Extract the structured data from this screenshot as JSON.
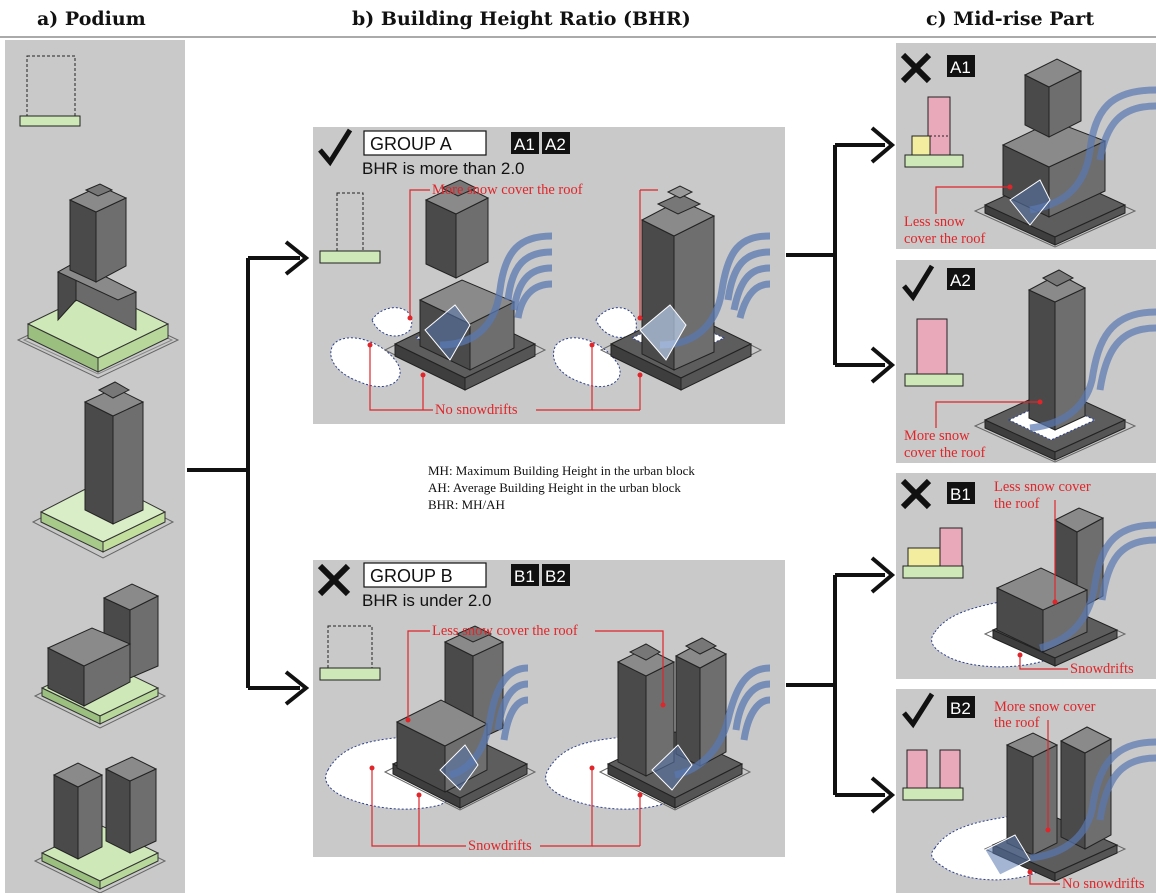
{
  "headers": {
    "podium": "a) Podium",
    "bhr": "b) Building Height Ratio (BHR)",
    "midrise": "c) Mid-rise Part"
  },
  "group_a": {
    "title": "GROUP A",
    "tags": [
      "A1",
      "A2"
    ],
    "desc": "BHR is more than 2.0",
    "label_top": "More snow cover the roof",
    "label_bottom": "No snowdrifts",
    "mark": "check"
  },
  "group_b": {
    "title": "GROUP B",
    "tags": [
      "B1",
      "B2"
    ],
    "desc": "BHR is under 2.0",
    "label_top": "Less snow cover the roof",
    "label_bottom": "Snowdrifts",
    "mark": "cross"
  },
  "definitions": [
    "MH: Maximum Building Height in the urban block",
    "AH: Average Building Height in the urban block",
    "BHR: MH/AH"
  ],
  "midrise": {
    "a1": {
      "tag": "A1",
      "mark": "cross",
      "label": [
        "Less snow",
        "cover the roof"
      ]
    },
    "a2": {
      "tag": "A2",
      "mark": "check",
      "label": [
        "More snow",
        "cover the roof"
      ]
    },
    "b1": {
      "tag": "B1",
      "mark": "cross",
      "label_top": [
        "Less snow cover",
        "the roof"
      ],
      "label_bottom": "Snowdrifts"
    },
    "b2": {
      "tag": "B2",
      "mark": "check",
      "label_top": [
        "More snow cover",
        "the roof"
      ],
      "label_bottom": "No snowdrifts"
    }
  },
  "colors": {
    "panel": "#c9c9c9",
    "building": "#5d5d5d",
    "podium": "#cfe8b8",
    "pink": "#e9a9bb",
    "yellow": "#f3eda0",
    "wind": "#5a78b0",
    "annotation": "#e0262a"
  }
}
